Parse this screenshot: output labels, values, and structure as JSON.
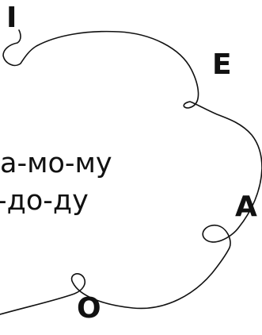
{
  "vowels": {
    "i": "I",
    "e": "E",
    "a": "A",
    "o": "O"
  },
  "syllables": {
    "line1": "а-мо-му",
    "line2": "-до-ду"
  },
  "colors": {
    "ink": "#111111",
    "background": "#ffffff"
  }
}
